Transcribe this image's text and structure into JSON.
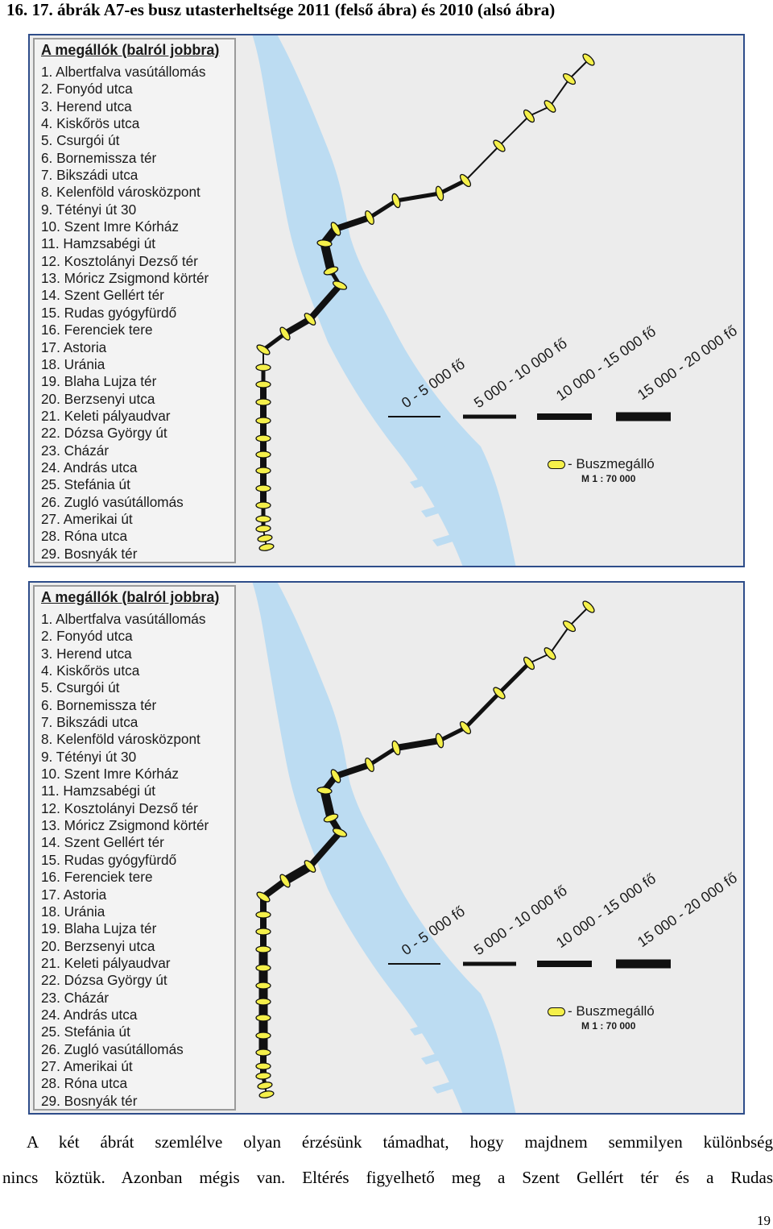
{
  "caption": "16. 17. ábrák A7-es busz utasterheltsége 2011 (felső ábra) és 2010 (alsó ábra)",
  "stops_title": "A megállók (balról jobbra)",
  "stops": [
    "1. Albertfalva vasútállomás",
    "2. Fonyód utca",
    "3. Herend utca",
    "4. Kiskőrös utca",
    "5. Csurgói út",
    "6. Bornemissza tér",
    "7. Bikszádi utca",
    "8. Kelenföld városközpont",
    "9. Tétényi út 30",
    "10. Szent Imre Kórház",
    "11. Hamzsabégi út",
    "12. Kosztolányi Dezső tér",
    "13. Móricz Zsigmond körtér",
    "14. Szent Gellért tér",
    "15. Rudas gyógyfürdő",
    "16. Ferenciek tere",
    "17. Astoria",
    "18. Uránia",
    "19. Blaha Lujza tér",
    "20. Berzsenyi utca",
    "21. Keleti pályaudvar",
    "22. Dózsa György út",
    "23. Cházár",
    "24. András utca",
    "25. Stefánia út",
    "26. Zugló vasútállomás",
    "27. Amerikai út",
    "28. Róna utca",
    "29. Bosnyák tér"
  ],
  "load_legend": [
    {
      "label": "0 - 5 000 fő",
      "load_class": 1
    },
    {
      "label": "5 000 - 10 000 fő",
      "load_class": 2
    },
    {
      "label": "10 000 - 15 000 fő",
      "load_class": 3
    },
    {
      "label": "15 000 - 20 000 fő",
      "load_class": 4
    }
  ],
  "stop_legend_label": "- Buszmegálló",
  "scale_text": "M 1 : 70 000",
  "colors": {
    "river": "#bcdcf2",
    "route": "#111111",
    "stop_fill": "#f5f04a",
    "map_bg": "#ececec",
    "frame": "#2e4d8a"
  },
  "maps": [
    {
      "name": "2011",
      "segment_load_classes": [
        1,
        1,
        1,
        1,
        1,
        2,
        2,
        2,
        3,
        4,
        4,
        2,
        3,
        3,
        2,
        1,
        2,
        3,
        3,
        3,
        3,
        3,
        3,
        3,
        2,
        2,
        1,
        1
      ]
    },
    {
      "name": "2010",
      "segment_load_classes": [
        1,
        1,
        1,
        2,
        2,
        2,
        3,
        2,
        3,
        3,
        4,
        3,
        3,
        4,
        3,
        3,
        3,
        3,
        4,
        4,
        4,
        4,
        4,
        4,
        3,
        3,
        2,
        1
      ]
    }
  ],
  "paragraph_line1": "A két ábrát szemlélve olyan érzésünk támadhat, hogy majdnem semmilyen különbség",
  "paragraph_line2": "nincs köztük. Azonban mégis van. Eltérés figyelhető meg a Szent Gellért tér és a Rudas",
  "page_number": "19"
}
